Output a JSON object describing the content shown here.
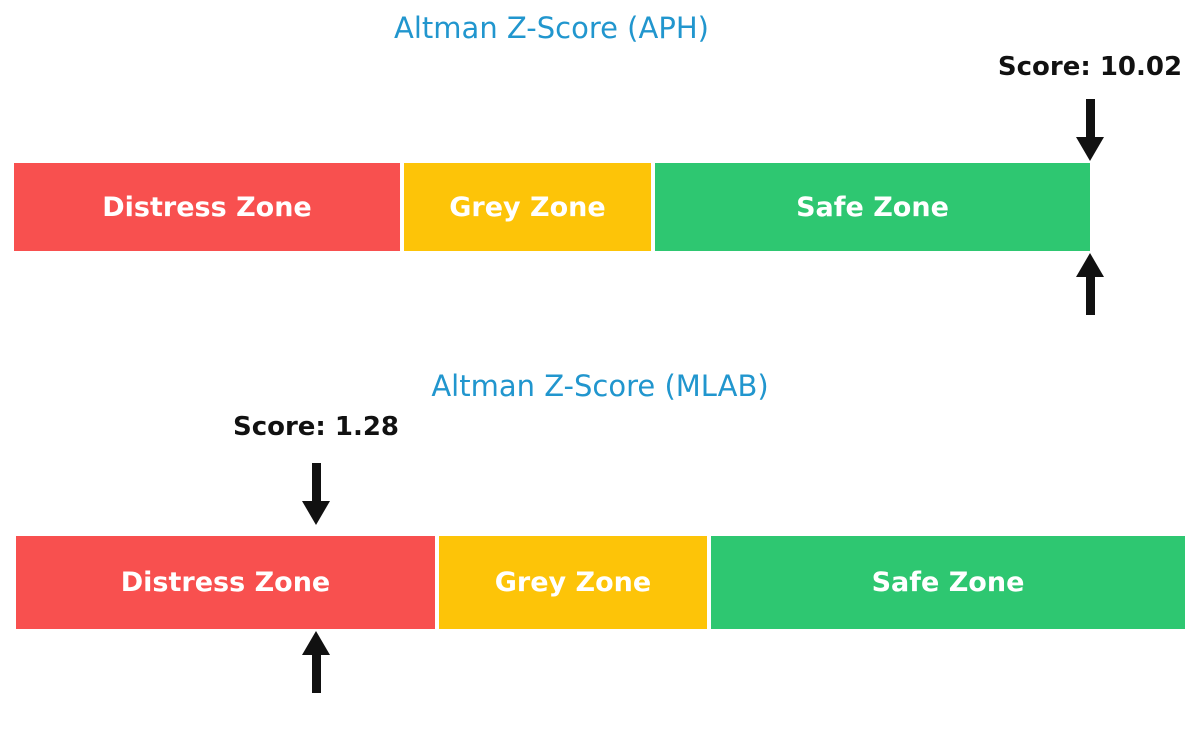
{
  "page": {
    "background": "#ffffff",
    "accent_title_color": "#2196ce",
    "arrow_color": "#111111"
  },
  "charts": [
    {
      "title": "Altman Z-Score (APH)",
      "score_label": "Score: 10.02",
      "score_value": 10.02,
      "zones": [
        {
          "label": "Distress Zone",
          "color": "#f8504f"
        },
        {
          "label": "Grey Zone",
          "color": "#fdc408"
        },
        {
          "label": "Safe Zone",
          "color": "#2ec771"
        }
      ]
    },
    {
      "title": "Altman Z-Score (MLAB)",
      "score_label": "Score: 1.28",
      "score_value": 1.28,
      "zones": [
        {
          "label": "Distress Zone",
          "color": "#f8504f"
        },
        {
          "label": "Grey Zone",
          "color": "#fdc408"
        },
        {
          "label": "Safe Zone",
          "color": "#2ec771"
        }
      ]
    }
  ],
  "chart_data": [
    {
      "type": "bar",
      "subtype": "zone-indicator-bar",
      "title": "Altman Z-Score (APH)",
      "score": 10.02,
      "zones": [
        {
          "label": "Distress Zone",
          "color": "#f8504f",
          "width_fraction": 0.36
        },
        {
          "label": "Grey Zone",
          "color": "#fdc408",
          "width_fraction": 0.23
        },
        {
          "label": "Safe Zone",
          "color": "#2ec771",
          "width_fraction": 0.41
        }
      ],
      "marker_fraction": 1.0,
      "marker": "black down-arrow above bar and up-arrow below bar at right end",
      "legend": "none",
      "grid": false
    },
    {
      "type": "bar",
      "subtype": "zone-indicator-bar",
      "title": "Altman Z-Score (MLAB)",
      "score": 1.28,
      "zones": [
        {
          "label": "Distress Zone",
          "color": "#f8504f",
          "width_fraction": 0.36
        },
        {
          "label": "Grey Zone",
          "color": "#fdc408",
          "width_fraction": 0.23
        },
        {
          "label": "Safe Zone",
          "color": "#2ec771",
          "width_fraction": 0.41
        }
      ],
      "marker_fraction": 0.26,
      "marker": "black down-arrow above bar and up-arrow below bar within Distress Zone",
      "legend": "none",
      "grid": false
    }
  ]
}
